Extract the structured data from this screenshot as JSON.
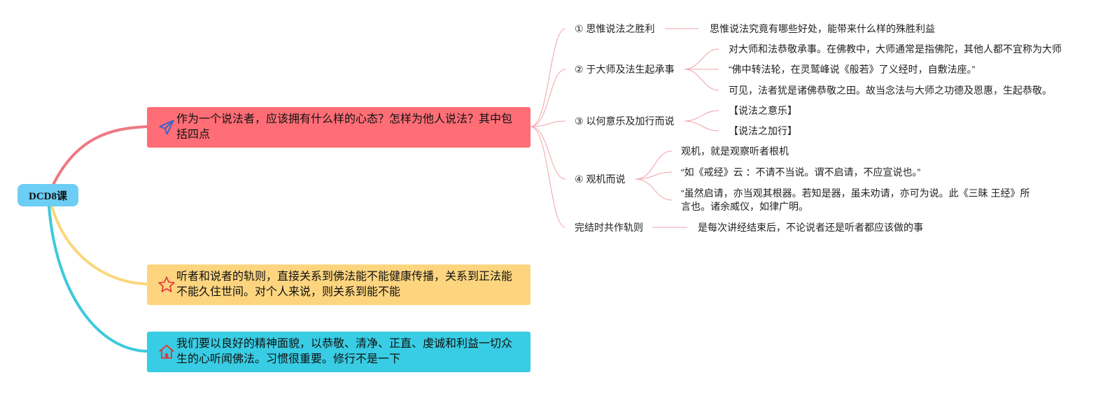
{
  "colors": {
    "root_fill": "#6ccdf5",
    "branch1_fill": "#ff6e76",
    "branch2_fill": "#fdd57f",
    "branch3_fill": "#38cde4",
    "branch1_line": "#ef7882",
    "branch2_line": "#fad77d",
    "branch3_line": "#3dc9dc",
    "sub_line": "#f0a2aa",
    "icon_blue": "#3a62c9",
    "icon_red": "#e03a3a"
  },
  "root": {
    "label": "DCD8课"
  },
  "branches": [
    {
      "icon": "paper-plane-icon",
      "text": "作为一个说法者，应该拥有什么样的心态？怎样为他人说法？其中包括四点"
    },
    {
      "icon": "star-icon",
      "text": "听者和说者的轨则，直接关系到佛法能不能健康传播，关系到正法能不能久住世间。对个人来说，则关系到能不能"
    },
    {
      "icon": "house-icon",
      "text": "我们要以良好的精神面貌，以恭敬、清净、正直、虔诚和利益一切众生的心听闻佛法。习惯很重要。修行不是一下"
    }
  ],
  "points": [
    {
      "label": "① 思惟说法之胜利",
      "children": [
        "思惟说法究竟有哪些好处，能带来什么样的殊胜利益"
      ]
    },
    {
      "label": "② 于大师及法生起承事",
      "children": [
        "对大师和法恭敬承事。在佛教中，大师通常是指佛陀，其他人都不宜称为大师",
        "“佛中转法轮，在灵鹫峰说《般若》了义经时，自敷法座。”",
        "可见，法者犹是诸佛恭敬之田。故当念法与大师之功德及恩惠，生起恭敬。"
      ]
    },
    {
      "label": "③ 以何意乐及加行而说",
      "children": [
        "【说法之意乐】",
        "【说法之加行】"
      ]
    },
    {
      "label": "④ 观机而说",
      "children": [
        "观机，就是观察听者根机",
        "“如《戒经》云 ：不请不当说。谓不启请，不应宣说也。”",
        "“虽然启请，亦当观其根器。若知是器，虽未劝请，亦可为说。此《三昧 王经》所言也。诸余威仪，如律广明。"
      ]
    },
    {
      "label": "完结时共作轨则",
      "children": [
        "是每次讲经结束后，不论说者还是听者都应该做的事"
      ]
    }
  ]
}
